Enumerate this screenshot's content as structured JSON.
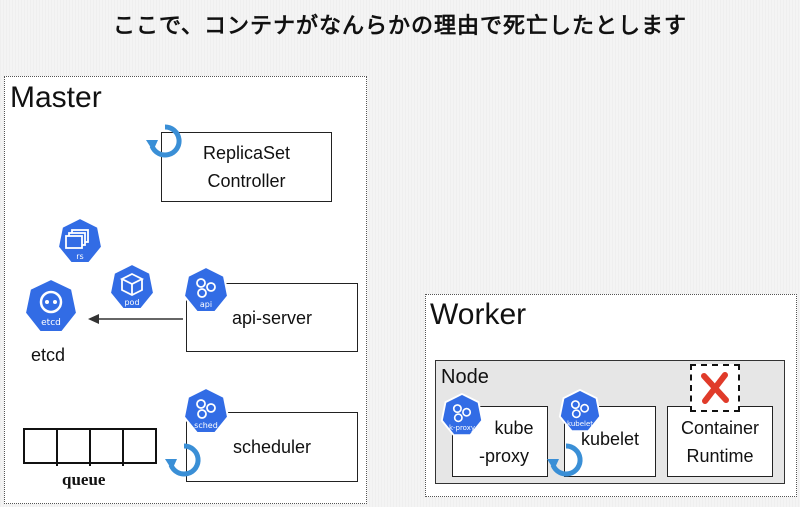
{
  "slide": {
    "title": "ここで、コンテナがなんらかの理由で死亡したとします"
  },
  "master": {
    "label": "Master",
    "replicaset_controller": "ReplicaSet Controller",
    "api_server": "api-server",
    "scheduler": "scheduler",
    "etcd": "etcd",
    "queue": "queue",
    "icons": {
      "rs": "rs",
      "pod": "pod",
      "api": "api",
      "etcd": "etcd",
      "sched": "sched"
    }
  },
  "worker": {
    "label": "Worker",
    "node_label": "Node",
    "kube_proxy_line1": "kube",
    "kube_proxy_line2": "-proxy",
    "kubelet": "kubelet",
    "container_runtime_line1": "Container",
    "container_runtime_line2": "Runtime",
    "icons": {
      "kproxy": "k-proxy",
      "kubelet": "kubelet"
    }
  },
  "colors": {
    "k8s_blue": "#326ce5",
    "reconcile_blue": "#3a8fd6",
    "dead_red": "#e03b2a",
    "node_bg": "#e6e6e6"
  }
}
